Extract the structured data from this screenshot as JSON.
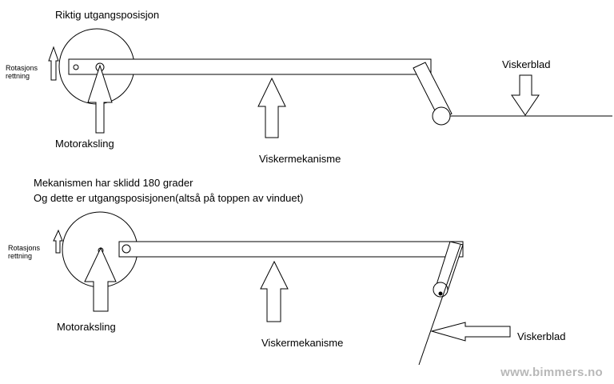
{
  "diagram_top": {
    "title": "Riktig utgangsposisjon",
    "rotation_label_line1": "Rotasjons",
    "rotation_label_line2": "rettning",
    "motor_shaft_label": "Motoraksling",
    "mechanism_label": "Viskermekanisme",
    "wiper_blade_label": "Viskerblad"
  },
  "diagram_bottom": {
    "title_line1": "Mekanismen har sklidd 180 grader",
    "title_line2": "Og dette er utgangsposisjonen(altså på toppen av vinduet)",
    "rotation_label_line1": "Rotasjons",
    "rotation_label_line2": "rettning",
    "motor_shaft_label": "Motoraksling",
    "mechanism_label": "Viskermekanisme",
    "wiper_blade_label": "Viskerblad"
  },
  "watermark": "www.bimmers.no",
  "colors": {
    "stroke": "#000000",
    "background": "#ffffff",
    "watermark": "#b8b8b8"
  }
}
